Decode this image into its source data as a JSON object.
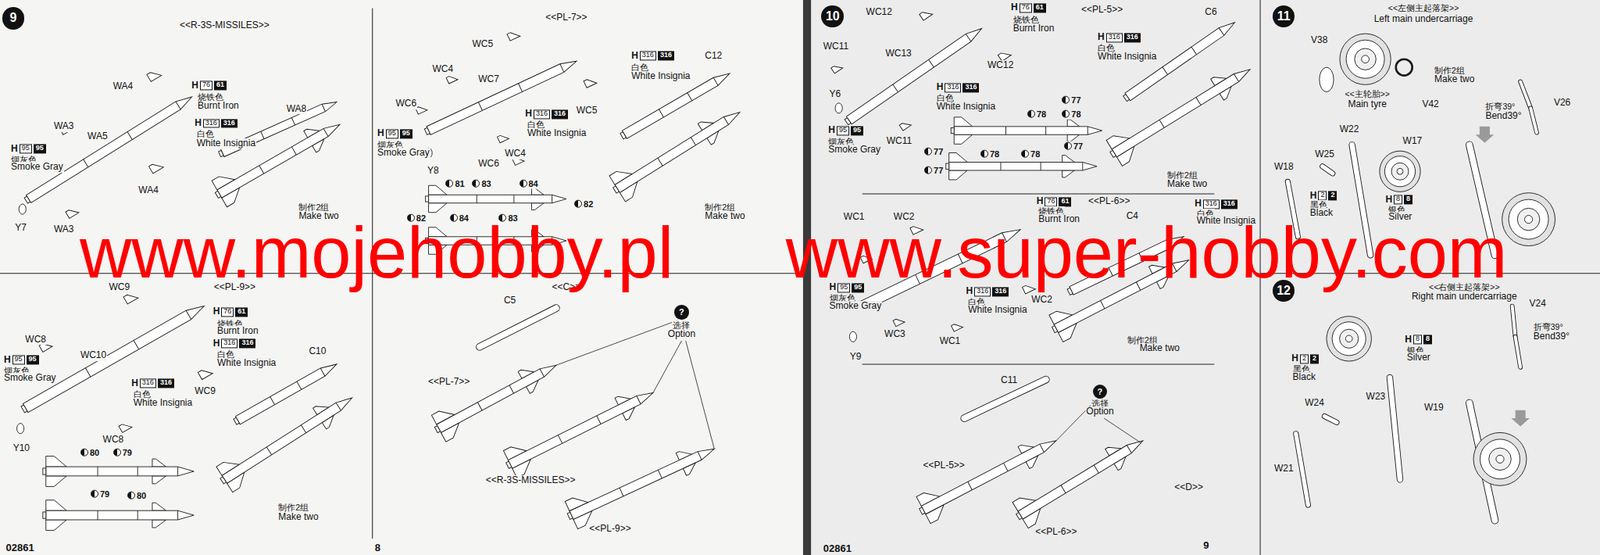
{
  "diagram": {
    "nodes": [
      {
        "text": [
          "9"
        ]
      },
      {
        "text": [
          "?"
        ]
      },
      {
        "text": [
          "10"
        ]
      },
      {
        "text": [
          "?"
        ]
      },
      {
        "text": [
          "11"
        ]
      },
      {
        "text": [
          "12"
        ]
      }
    ],
    "labels": [
      "<<R-3S-MISSILES>>",
      "WA4",
      "H",
      "76",
      "61",
      "烧铁色",
      "Burnt Iron",
      "WA3",
      "WA5",
      "H",
      "316",
      "316",
      "白色",
      "White Insignia",
      "WA8",
      "H",
      "95",
      "95",
      "烟灰色",
      "Smoke Gray",
      "WA4",
      "WA3",
      "Y7",
      "制作2组",
      "Make two",
      "<<PL-7>>",
      "WC5",
      "WC4",
      "WC7",
      "WC6",
      "H",
      "316",
      "316",
      "白色",
      "White Insignia",
      "WC5",
      "H",
      "95",
      "95",
      "烟灰色",
      "Smoke Gray",
      "WC6",
      "WC4",
      "Y8",
      "H",
      "316",
      "316",
      "白色",
      "White Insignia",
      "C12",
      "81",
      "83",
      "84",
      "82",
      "82",
      "84",
      "83",
      "制作2组",
      "Make two",
      "<<PL-9>>",
      "WC9",
      "H",
      "76",
      "61",
      "烧铁色",
      "Burnt Iron",
      "WC8",
      "WC10",
      "H",
      "316",
      "316",
      "白色",
      "White Insignia",
      "WC9",
      "H",
      "316",
      "316",
      "白色",
      "White Insignia",
      "C10",
      "H",
      "95",
      "95",
      "烟灰色",
      "Smoke Gray",
      "WC8",
      "Y10",
      "80",
      "79",
      "79",
      "80",
      "制作2组",
      "Make two",
      "<<C>>",
      "C5",
      "选择",
      "Option",
      "<<PL-7>>",
      "<<R-3S-MISSILES>>",
      "<<PL-9>>",
      "02861",
      "8",
      "WC12",
      "H",
      "76",
      "61",
      "烧铁色",
      "Burnt Iron",
      "<<PL-5>>",
      "C6",
      "WC11",
      "WC13",
      "H",
      "316",
      "316",
      "白色",
      "White Insignia",
      "WC12",
      "Y6",
      "H",
      "316",
      "316",
      "白色",
      "White Insignia",
      "77",
      "78",
      "78",
      "H",
      "95",
      "95",
      "烟灰色",
      "Smoke Gray",
      "WC11",
      "77",
      "78",
      "78",
      "77",
      "77",
      "制作2组",
      "Make two",
      "<<PL-6>>",
      "H",
      "76",
      "61",
      "烧铁色",
      "Burnt Iron",
      "WC2",
      "C4",
      "H",
      "316",
      "316",
      "白色",
      "White Insignia",
      "WC1",
      "H",
      "95",
      "95",
      "烟灰色",
      "Smoke Gray",
      "H",
      "316",
      "316",
      "白色",
      "White Insignia",
      "WC2",
      "WC3",
      "WC1",
      "Y9",
      "制作2组",
      "Make two",
      "C11",
      "选择",
      "Option",
      "<<PL-5>>",
      "<<D>>",
      "<<PL-6>>",
      "02861",
      "9",
      "<<左侧主起落架>>",
      "Left main undercarriage",
      "V38",
      "制作2组",
      "Make two",
      "<<主轮胎>>",
      "Main tyre",
      "V42",
      "V26",
      "折弯39°",
      "Bend39°",
      "W22",
      "W17",
      "W25",
      "W18",
      "H",
      "8",
      "8",
      "银色",
      "Silver",
      "H",
      "2",
      "2",
      "黑色",
      "Black",
      "<<右侧主起落架>>",
      "Right main undercarriage",
      "V24",
      "折弯39°",
      "Bend39°",
      "H",
      "8",
      "8",
      "银色",
      "Silver",
      "H",
      "2",
      "2",
      "黑色",
      "Black",
      "W24",
      "W23",
      "W19",
      "W21",
      "www.mojehobby.pl",
      "www.super-hobby.com"
    ]
  }
}
